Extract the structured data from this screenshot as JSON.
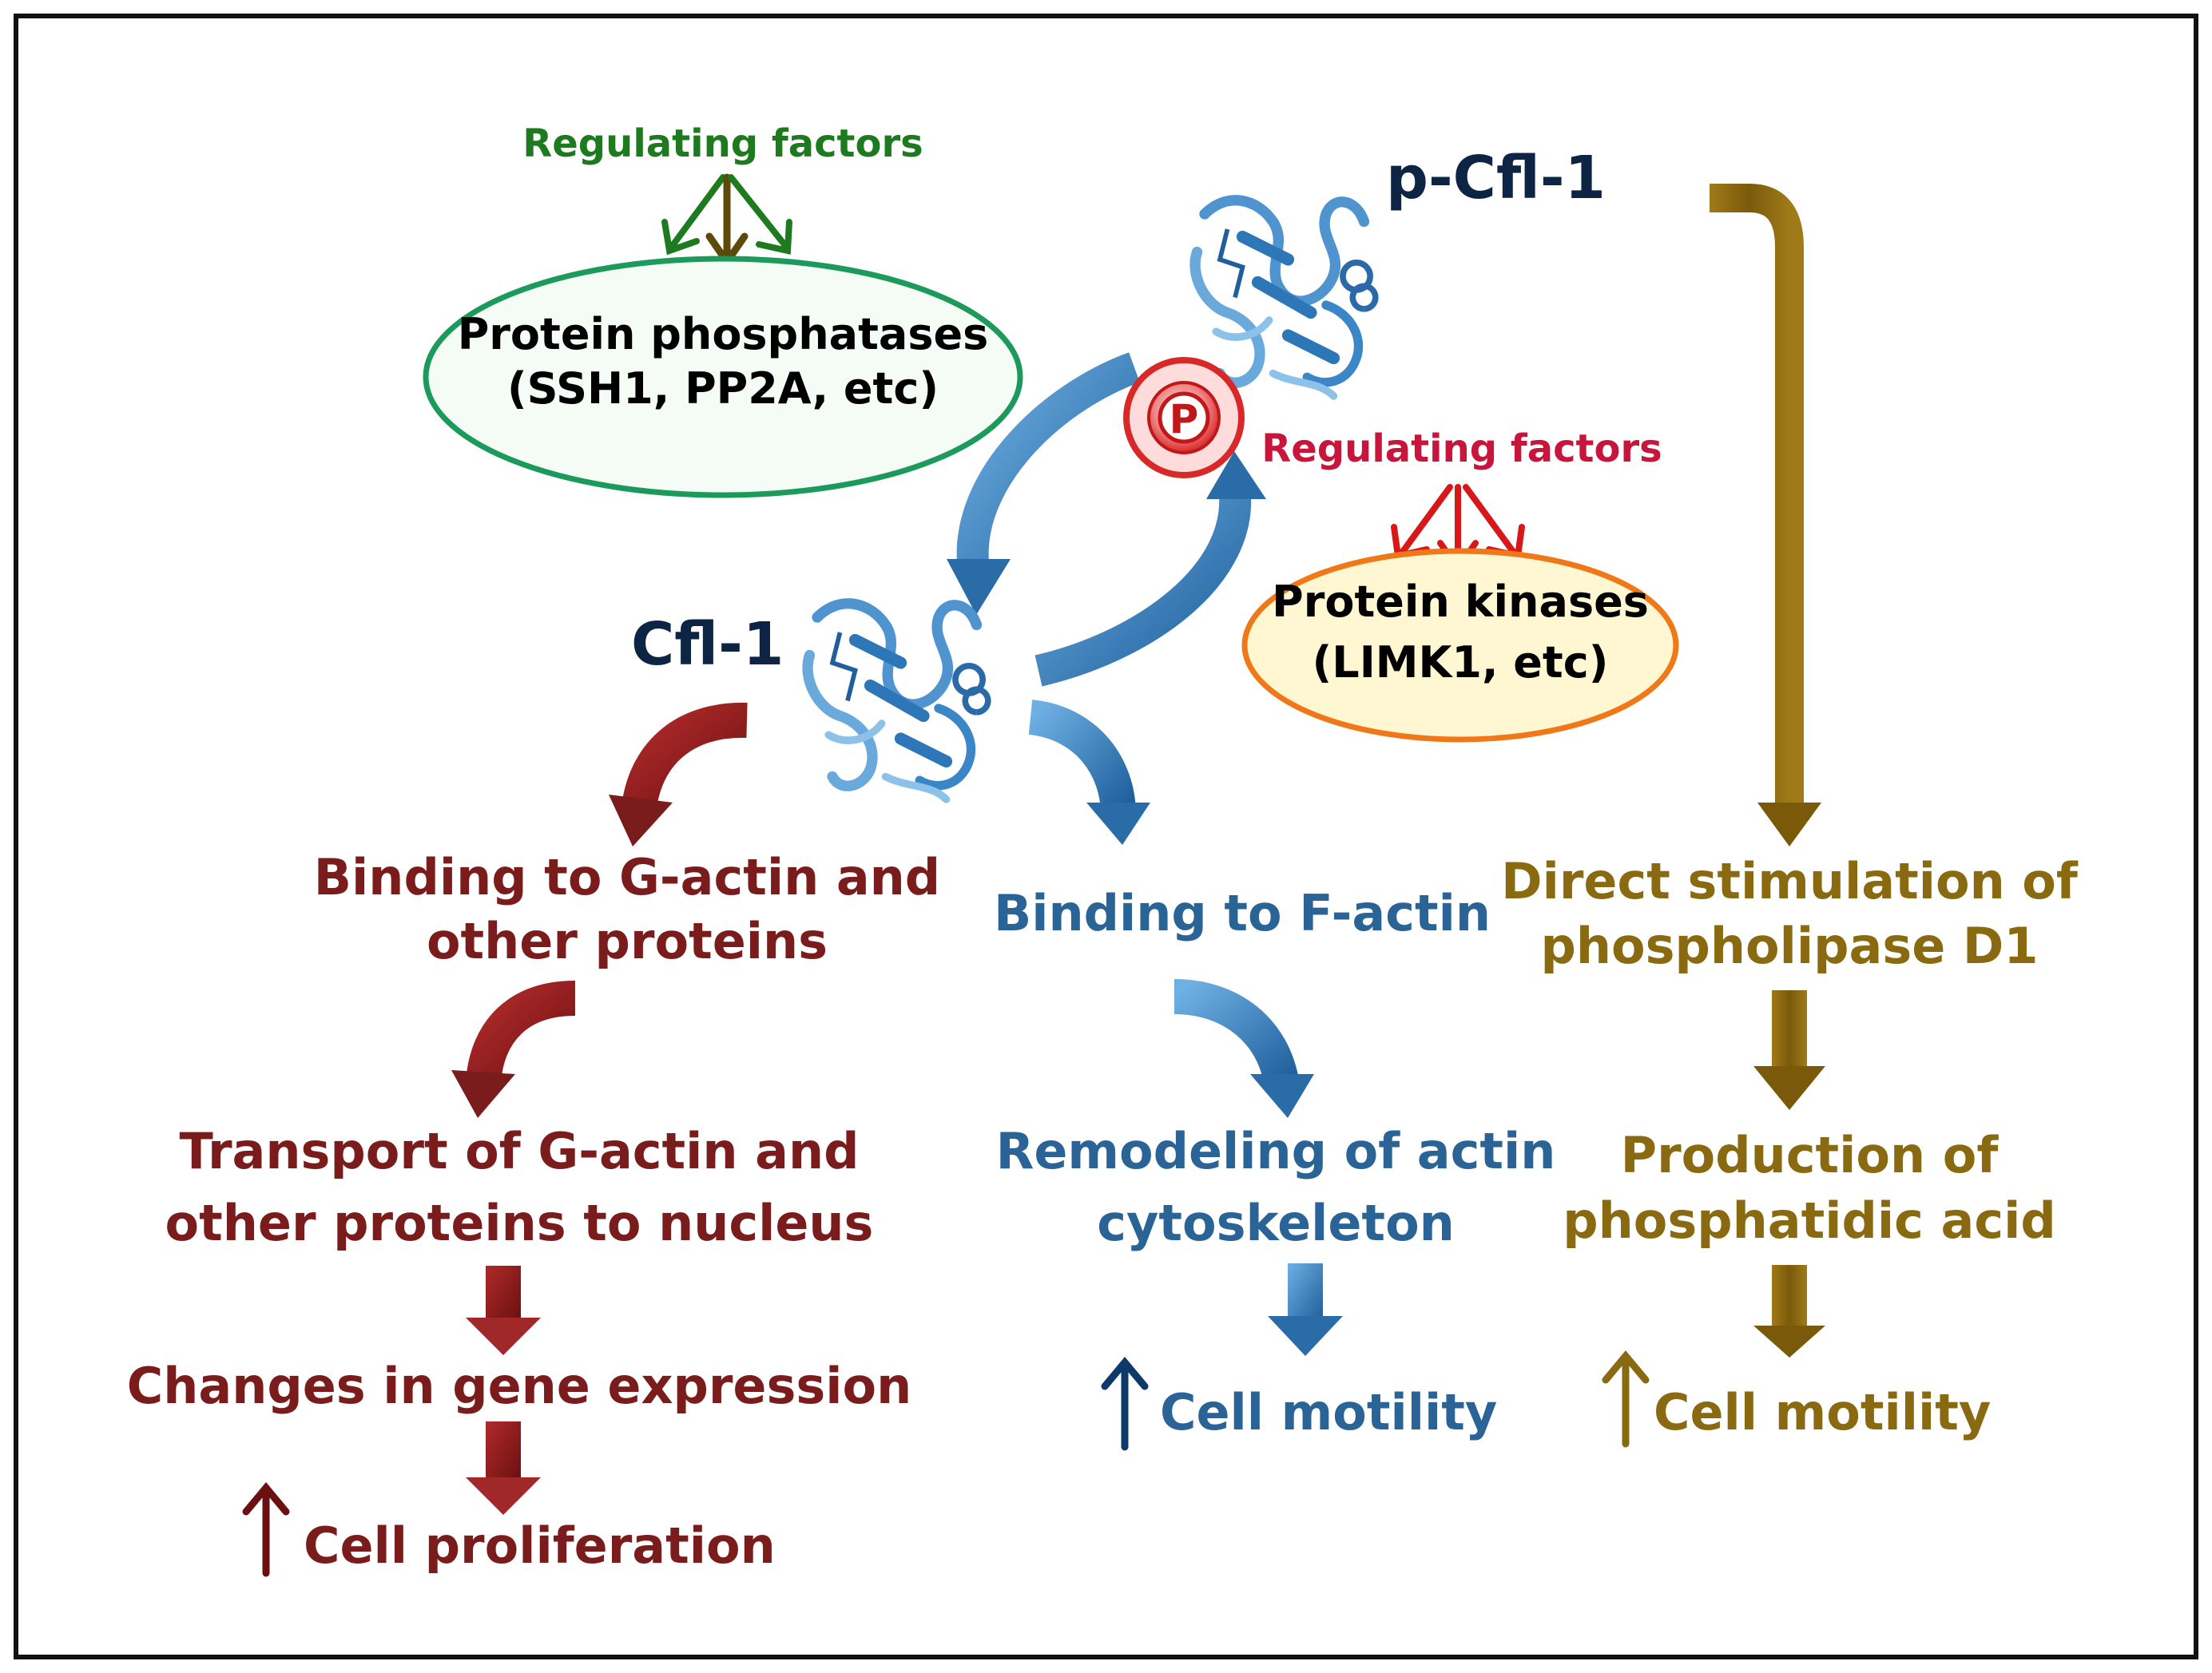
{
  "labels": {
    "regulating_factors_top": "Regulating factors",
    "regulating_factors_right": "Regulating factors",
    "p_cfl1": "p-Cfl-1",
    "cfl1": "Cfl-1",
    "phosphate_symbol": "P",
    "phosphatases_line1": "Protein phosphatases",
    "phosphatases_line2": "(SSH1, PP2A, etc)",
    "kinases_line1": "Protein kinases",
    "kinases_line2": "(LIMK1, etc)",
    "red_step1_line1": "Binding to G-actin and",
    "red_step1_line2": "other proteins",
    "red_step2_line1": "Transport of G-actin and",
    "red_step2_line2": "other proteins to nucleus",
    "red_step3": "Changes in gene expression",
    "red_outcome": "Cell proliferation",
    "blue_step1": "Binding to F-actin",
    "blue_step2_line1": "Remodeling of actin",
    "blue_step2_line2": "cytoskeleton",
    "blue_outcome": "Cell motility",
    "gold_step1_line1": "Direct stimulation of",
    "gold_step1_line2": "phospholipase D1",
    "gold_step2_line1": "Production of",
    "gold_step2_line2": "phosphatidic acid",
    "gold_outcome": "Cell motility"
  },
  "icons": {
    "protein_structure": "cofilin-ribbon-structure-icon",
    "phosphate": "phosphate-circle-icon",
    "up_arrow": "up-arrow-icon"
  },
  "colors": {
    "dark_red": "#7b1c1c",
    "blue": "#2a6496",
    "gold": "#8a6a10",
    "navy": "#0d2444",
    "green": "#1e7a1e",
    "crimson": "#c8153c",
    "phosphatase_border": "#1c9a5c",
    "kinase_border": "#f07818"
  }
}
